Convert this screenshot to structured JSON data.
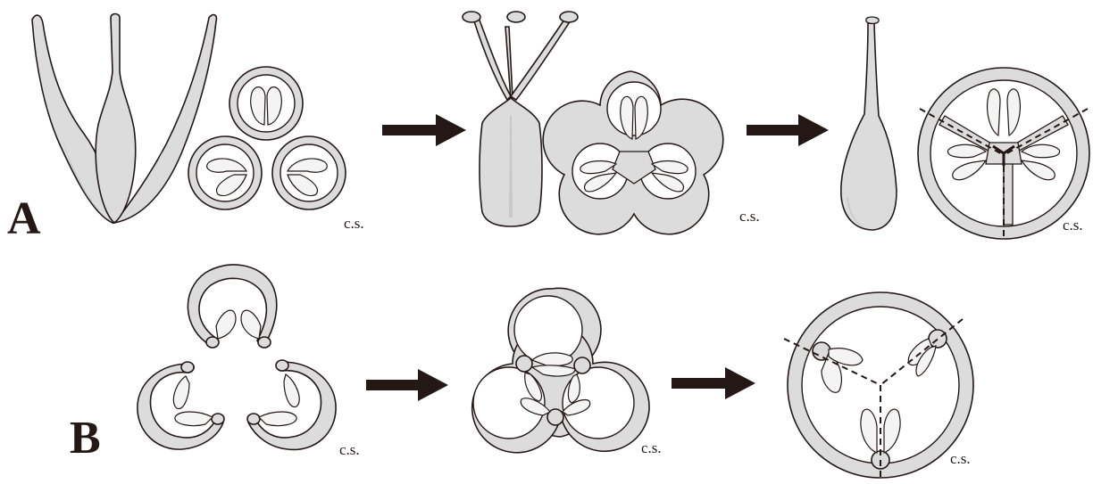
{
  "figure": {
    "panels": [
      {
        "label": "A",
        "stages": [
          {
            "cross_section_label": "c.s."
          },
          {
            "cross_section_label": "c.s."
          },
          {
            "cross_section_label": "c.s."
          }
        ]
      },
      {
        "label": "B",
        "stages": [
          {
            "cross_section_label": "c.s."
          },
          {
            "cross_section_label": "c.s."
          },
          {
            "cross_section_label": "c.s."
          }
        ]
      }
    ],
    "colors": {
      "tissue_fill": "#dcdcdd",
      "outline": "#231815",
      "ovule_fill": "#f4f4f4"
    }
  }
}
